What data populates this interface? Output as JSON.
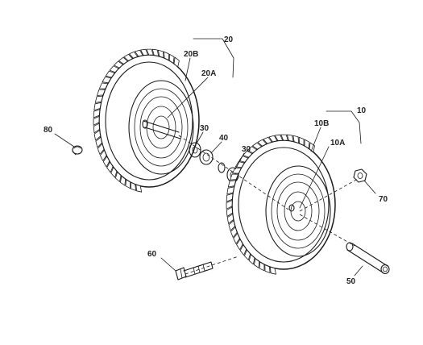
{
  "figure": {
    "background": "#ffffff",
    "line_color": "#1a1a1a"
  },
  "callouts": {
    "c20": "20",
    "c20B": "20B",
    "c20A": "20A",
    "c80": "80",
    "c30_left": "30",
    "c40": "40",
    "c30_right": "30",
    "c10": "10",
    "c10B": "10B",
    "c10A": "10A",
    "c70": "70",
    "c60": "60",
    "c50": "50"
  }
}
